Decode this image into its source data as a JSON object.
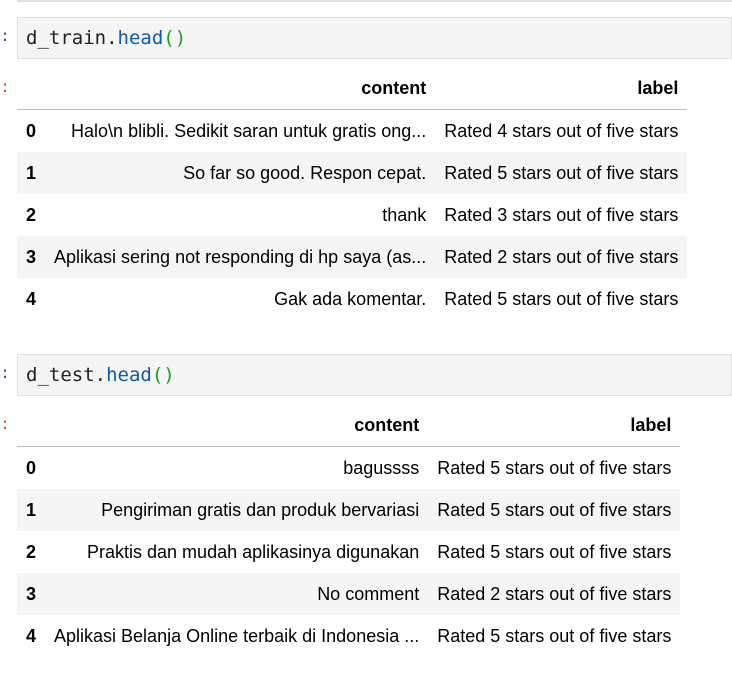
{
  "cells": [
    {
      "prompt_in": ":",
      "prompt_out": ":",
      "code": {
        "var": "d_train",
        "dot": ".",
        "method": "head",
        "parens": "()"
      },
      "columns": [
        "content",
        "label"
      ],
      "rows": [
        {
          "index": "0",
          "content": "Halo\\n blibli. Sedikit saran untuk gratis ong...",
          "label": "Rated 4 stars out of five stars"
        },
        {
          "index": "1",
          "content": "So far so good. Respon cepat.",
          "label": "Rated 5 stars out of five stars"
        },
        {
          "index": "2",
          "content": "thank",
          "label": "Rated 3 stars out of five stars"
        },
        {
          "index": "3",
          "content": "Aplikasi sering not responding di hp saya (as...",
          "label": "Rated 2 stars out of five stars"
        },
        {
          "index": "4",
          "content": "Gak ada komentar.",
          "label": "Rated 5 stars out of five stars"
        }
      ]
    },
    {
      "prompt_in": ":",
      "prompt_out": ":",
      "code": {
        "var": "d_test",
        "dot": ".",
        "method": "head",
        "parens": "()"
      },
      "columns": [
        "content",
        "label"
      ],
      "rows": [
        {
          "index": "0",
          "content": "bagussss",
          "label": "Rated 5 stars out of five stars"
        },
        {
          "index": "1",
          "content": "Pengiriman gratis dan produk bervariasi",
          "label": "Rated 5 stars out of five stars"
        },
        {
          "index": "2",
          "content": "Praktis dan mudah aplikasinya digunakan",
          "label": "Rated 5 stars out of five stars"
        },
        {
          "index": "3",
          "content": "No comment",
          "label": "Rated 2 stars out of five stars"
        },
        {
          "index": "4",
          "content": "Aplikasi Belanja Online terbaik di Indonesia ...",
          "label": "Rated 5 stars out of five stars"
        }
      ]
    }
  ],
  "colors": {
    "prompt_in": "#303f9f",
    "prompt_out": "#d84315",
    "code_bg": "#f5f5f5",
    "fn": "#0d5aa7",
    "paren": "#1a9f2c"
  }
}
